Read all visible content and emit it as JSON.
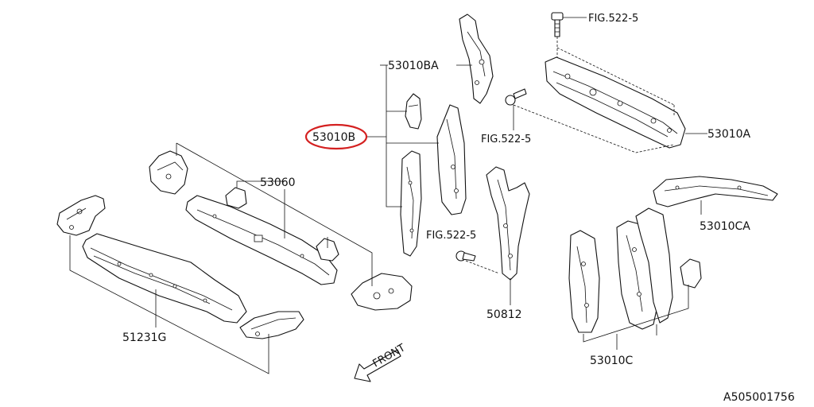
{
  "diagram": {
    "highlight_color": "#d42020",
    "line_color": "#111111",
    "background": "#ffffff",
    "parts": {
      "p53010BA": "53010BA",
      "p53010B": "53010B",
      "p53010A": "53010A",
      "p53060": "53060",
      "p53010CA": "53010CA",
      "p50812": "50812",
      "p51231G": "51231G",
      "p53010C": "53010C"
    },
    "fig_refs": {
      "top_bolt": "FIG.522-5",
      "upper_bolt": "FIG.522-5",
      "mid_bolt": "FIG.522-5"
    },
    "direction": {
      "label": "FRONT",
      "icon": "arrow-front-icon"
    },
    "catalog_id": "A505001756",
    "highlighted_part": "53010B"
  }
}
